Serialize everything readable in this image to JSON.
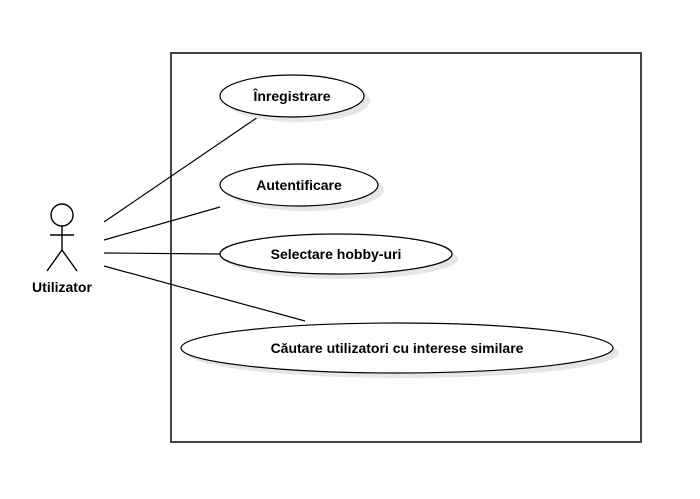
{
  "diagram": {
    "actor": {
      "label": "Utilizator",
      "icon": "stick-figure-icon"
    },
    "use_cases": [
      {
        "id": "register",
        "label": "Înregistrare"
      },
      {
        "id": "login",
        "label": "Autentificare"
      },
      {
        "id": "select-hobbies",
        "label": "Selectare hobby-uri"
      },
      {
        "id": "search-users",
        "label": "Căutare utilizatori cu interese similare"
      }
    ],
    "associations": [
      {
        "from": "actor",
        "to": "register"
      },
      {
        "from": "actor",
        "to": "login"
      },
      {
        "from": "actor",
        "to": "select-hobbies"
      },
      {
        "from": "actor",
        "to": "search-users"
      }
    ],
    "colors": {
      "stroke": "#000000",
      "boundary_stroke": "#444444",
      "fill": "#ffffff",
      "shadow": "#e6e6e6"
    }
  }
}
